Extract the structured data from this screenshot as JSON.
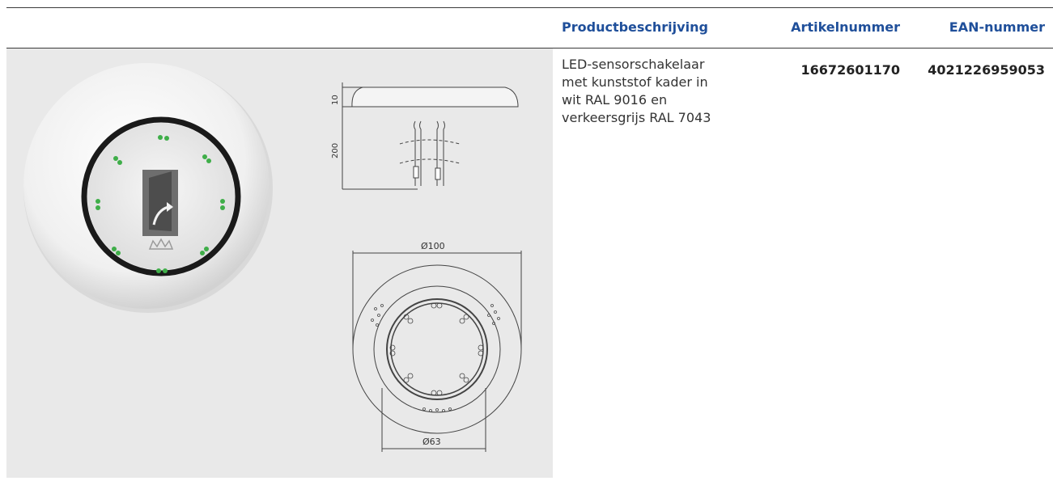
{
  "table": {
    "headers": {
      "description": "Productbeschrijving",
      "article_number": "Artikelnummer",
      "ean_number": "EAN-nummer"
    },
    "row": {
      "description_lines": [
        "LED-sensorschakelaar",
        "met kunststof kader in",
        "wit RAL 9016 en",
        "verkeersgrijs RAL 7043"
      ],
      "article_number": "16672601170",
      "ean_number": "4021226959053"
    }
  },
  "drawing": {
    "height_label": "10",
    "cable_length_label": "200",
    "outer_diameter_label": "Ø100",
    "inner_diameter_label": "Ø63"
  },
  "colors": {
    "header_text": "#1f4f9a",
    "led_green": "#3fae49",
    "panel_bg": "#e9e9e9"
  }
}
